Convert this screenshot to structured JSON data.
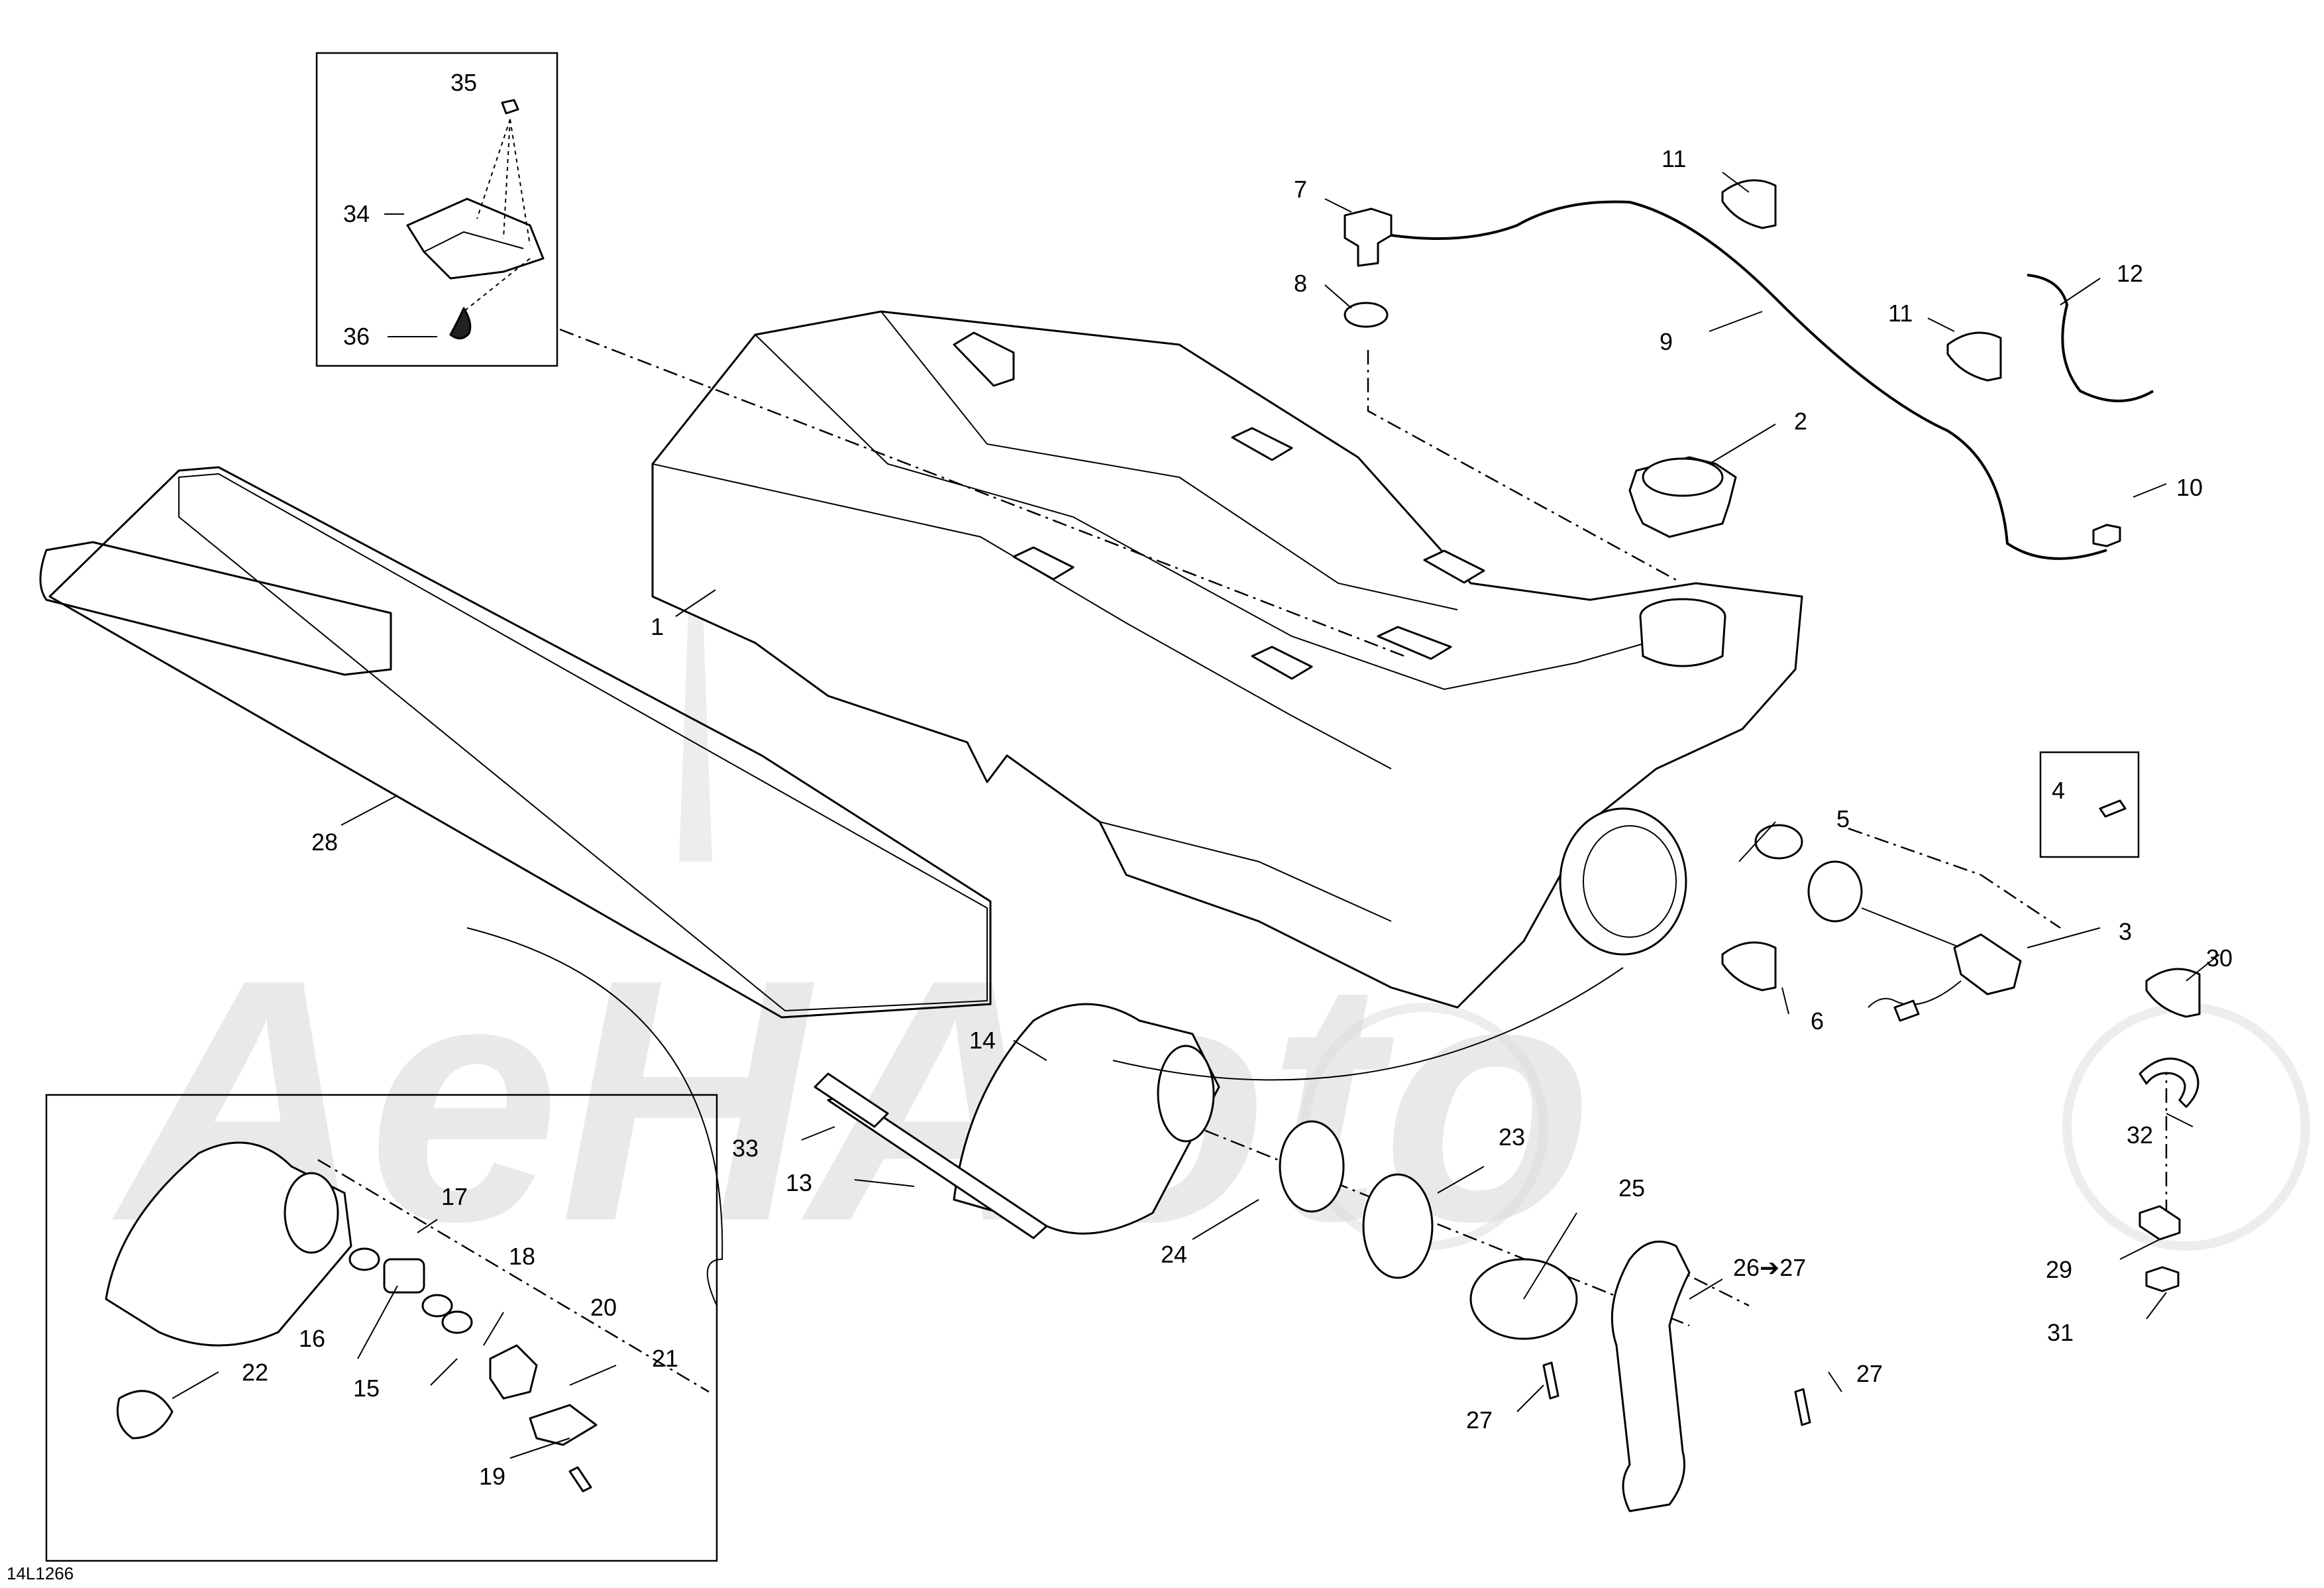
{
  "diagram": {
    "drawing_code": "14L1266",
    "watermark": "AeHAoto",
    "callouts": {
      "c1": "1",
      "c2": "2",
      "c3": "3",
      "c4": "4",
      "c5": "5",
      "c6": "6",
      "c7": "7",
      "c8": "8",
      "c9": "9",
      "c10": "10",
      "c11a": "11",
      "c11b": "11",
      "c12": "12",
      "c13": "13",
      "c14": "14",
      "c15": "15",
      "c16": "16",
      "c17": "17",
      "c18": "18",
      "c19": "19",
      "c20": "20",
      "c21": "21",
      "c22": "22",
      "c23": "23",
      "c24": "24",
      "c25": "25",
      "c26": "26➔27",
      "c27a": "27",
      "c27b": "27",
      "c28": "28",
      "c29": "29",
      "c30": "30",
      "c31": "31",
      "c32": "32",
      "c33": "33",
      "c34": "34",
      "c35": "35",
      "c36": "36"
    }
  }
}
